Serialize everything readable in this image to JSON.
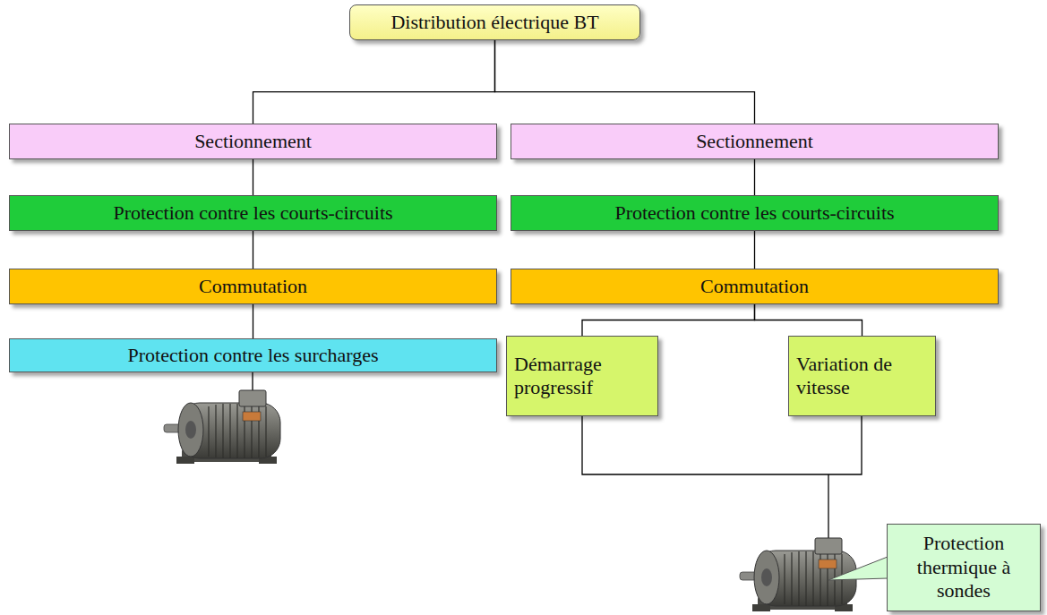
{
  "diagram": {
    "nodes": [
      {
        "text": [
          "Distribution électrique BT"
        ]
      },
      {
        "text": [
          "Sectionnement"
        ]
      },
      {
        "text": [
          "Protection contre les courts-circuits"
        ]
      },
      {
        "text": [
          "Commutation"
        ]
      },
      {
        "text": [
          "Protection contre les surcharges"
        ]
      },
      {
        "text": [
          "Sectionnement"
        ]
      },
      {
        "text": [
          "Protection contre les courts-circuits"
        ]
      },
      {
        "text": [
          "Commutation"
        ]
      },
      {
        "text": [
          "Démarrage progressif"
        ]
      },
      {
        "text": [
          "Variation de vitesse"
        ]
      },
      {
        "text": [
          "Protection thermique à sondes"
        ]
      }
    ],
    "edges": [
      {
        "from": 0,
        "to": 1,
        "arrow": "none"
      },
      {
        "from": 0,
        "to": 5,
        "arrow": "none"
      },
      {
        "from": 1,
        "to": 2,
        "arrow": "none"
      },
      {
        "from": 2,
        "to": 3,
        "arrow": "none"
      },
      {
        "from": 3,
        "to": 4,
        "arrow": "none"
      },
      {
        "from": 5,
        "to": 6,
        "arrow": "none"
      },
      {
        "from": 6,
        "to": 7,
        "arrow": "none"
      },
      {
        "from": 7,
        "to": 8,
        "arrow": "none"
      },
      {
        "from": 7,
        "to": 9,
        "arrow": "none"
      }
    ]
  }
}
